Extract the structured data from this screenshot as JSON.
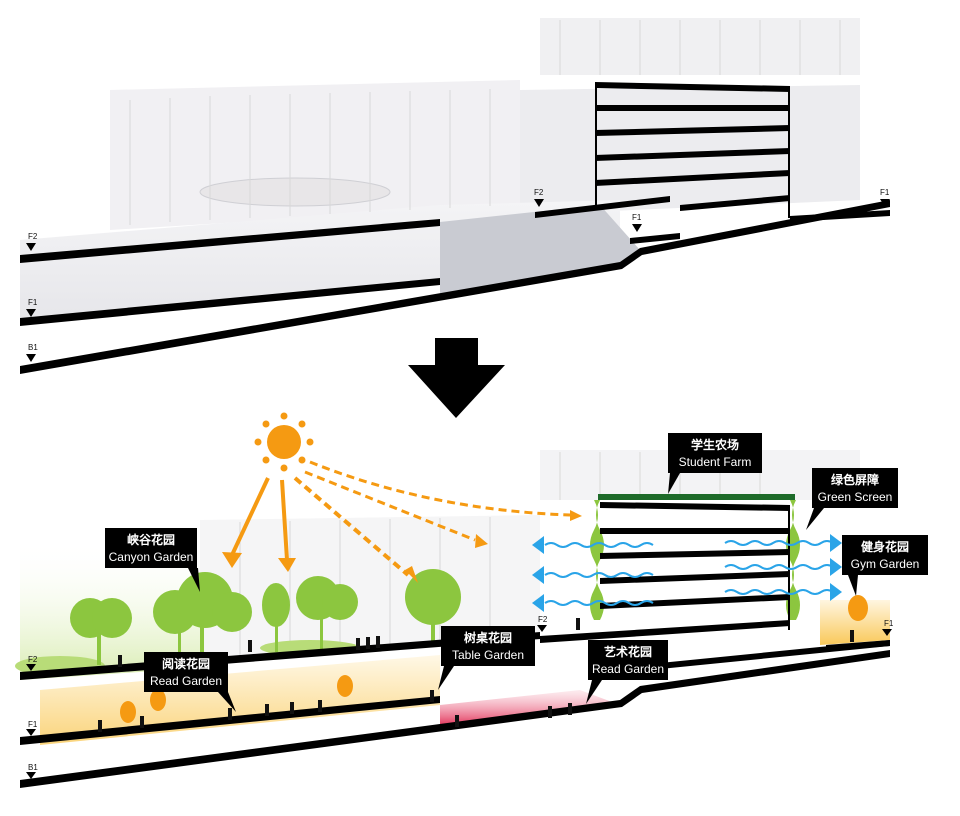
{
  "top_section": {
    "levels": {
      "f2_left": "F2",
      "f1_left": "F1",
      "b1_left": "B1",
      "f2_mid": "F2",
      "f1_mid": "F1",
      "f1_right": "F1"
    }
  },
  "bottom_section": {
    "levels": {
      "f2_left": "F2",
      "f1_left": "F1",
      "b1_left": "B1",
      "f2_mid": "F2",
      "f1_right": "F1"
    },
    "labels": {
      "student_farm": {
        "cn": "学生农场",
        "en": "Student Farm"
      },
      "green_screen": {
        "cn": "绿色屏障",
        "en": "Green Screen"
      },
      "gym_garden": {
        "cn": "健身花园",
        "en": "Gym Garden"
      },
      "canyon_garden": {
        "cn": "峡谷花园",
        "en": "Canyon Garden"
      },
      "read_garden": {
        "cn": "阅读花园",
        "en": "Read Garden"
      },
      "table_garden": {
        "cn": "树桌花园",
        "en": "Table Garden"
      },
      "art_garden": {
        "cn": "艺术花园",
        "en": "Read Garden"
      }
    }
  },
  "colors": {
    "sun": "#f59a12",
    "tree": "#8cc63f",
    "wind": "#2aa4e8",
    "farm": "#1e6b2a",
    "art": "#e0204a",
    "slab": "#000000"
  }
}
